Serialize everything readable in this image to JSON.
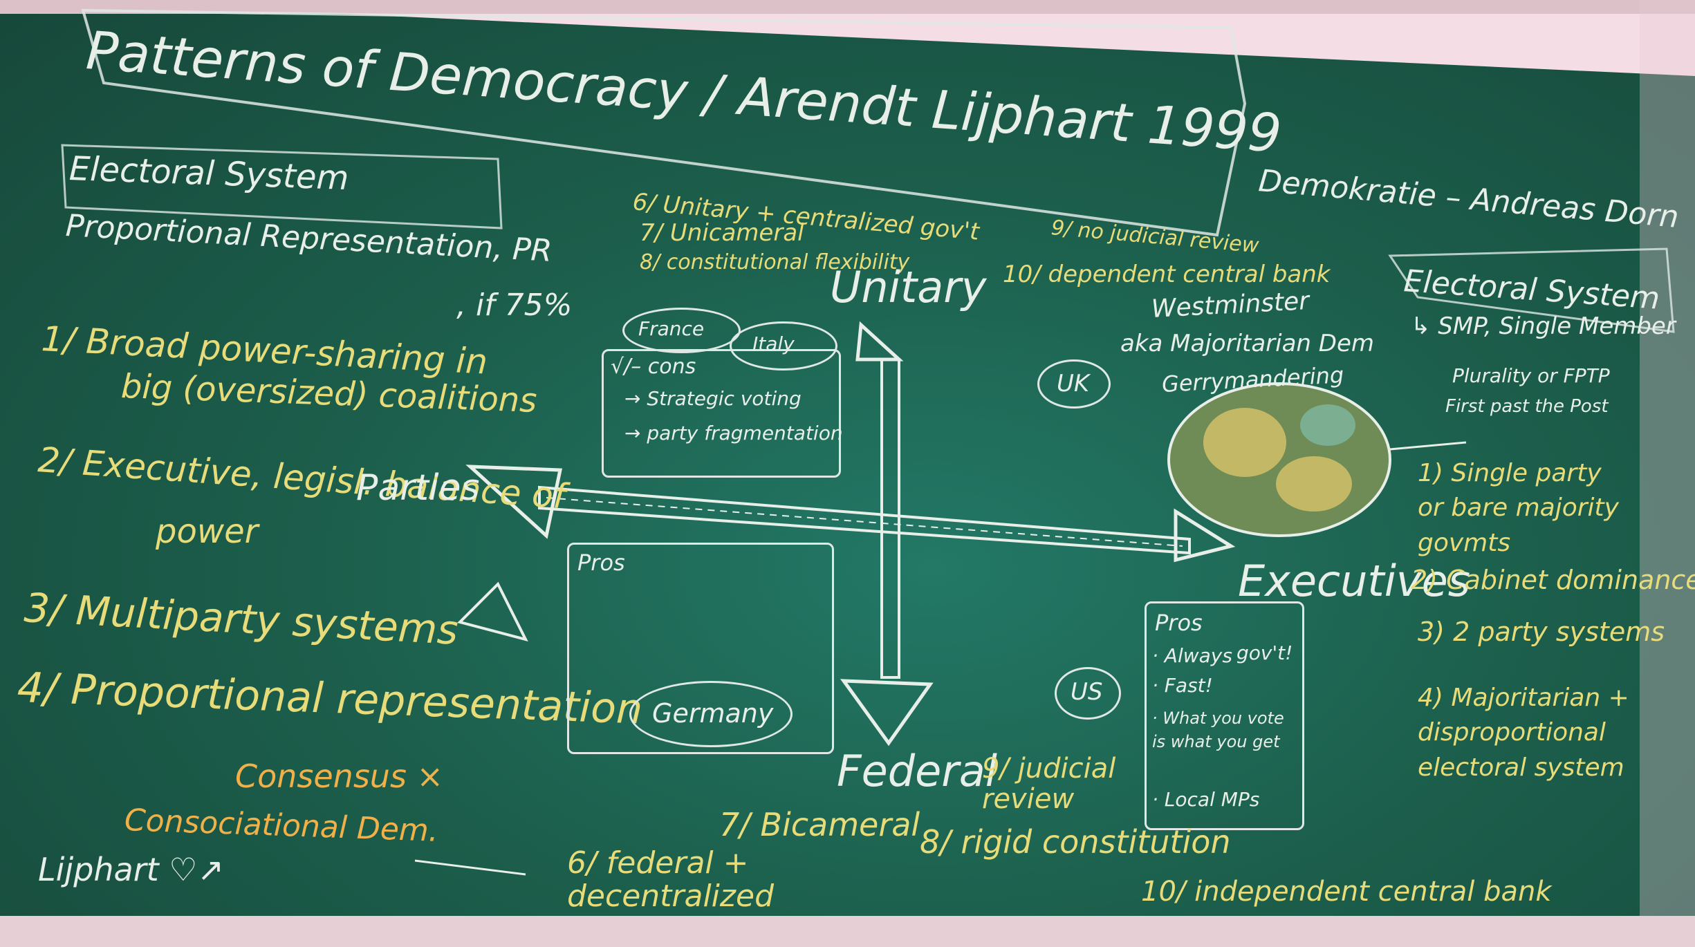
{
  "board": {
    "title": "Patterns of Democracy / Arendt Lijphart 1999",
    "header_right": "Demokratie – Andreas Dorn",
    "left_box": "Electoral System",
    "right_box": "Electoral System",
    "pr_line": "Proportional Representation, PR",
    "pr_pct": ", if 75%",
    "consensus_points": [
      "1/ Broad power-sharing in",
      "big (oversized) coalitions",
      "2/ Executive, legisl. balance of",
      "power",
      "3/ Multiparty systems",
      "4/ Proportional representation"
    ],
    "consensus_label": "Consensus ×",
    "consociational": "Consociational Dem.",
    "lijphart": "Lijphart ♡↗",
    "federal_items_top": [
      "6/ Unitary + centralized gov't",
      "7/ Unicameral",
      "8/ constitutional flexibility",
      "9/ no judicial review",
      "10/ dependent central bank"
    ],
    "axis_top": "Unitary",
    "axis_bottom": "Federal",
    "axis_left": "Parties",
    "axis_right": "Executives",
    "countries": {
      "france": "France",
      "italy": "Italy",
      "uk": "UK",
      "us": "US",
      "germany": "Germany"
    },
    "minus_box": {
      "title": "√/– cons",
      "items": [
        "→ Strategic voting",
        "→ party fragmentation"
      ]
    },
    "pros_box": {
      "title": "Pros"
    },
    "westminster": "Westminster",
    "majoritarian": "aka Majoritarian Dem",
    "gerrymandering": "Gerrymandering",
    "us_pros": {
      "title": "Pros",
      "items": [
        "· Always",
        "gov't!",
        "· Fast!",
        "· What you vote is what you get",
        "· Local MPs"
      ]
    },
    "electoral_right": [
      "↳ SMP, Single Member",
      "Plurality or FPTP",
      "First past the Post"
    ],
    "majoritarian_points": [
      "1) Single party or bare majority govmts",
      "2) Cabinet dominance",
      "3) 2 party systems",
      "4) Majoritarian + disproportional electoral system"
    ],
    "federal_items_bottom": [
      "7/ Bicameral",
      "6/ federal + decentralized",
      "8/ rigid constitution",
      "9/ judicial review",
      "10/ independent central bank"
    ]
  },
  "colors": {
    "board": "#1c5f4c",
    "chalk_white": "#e8efe9",
    "chalk_yellow": "#e8dc7a",
    "chalk_orange": "#f0b04a",
    "wall": "#f4dde4"
  }
}
